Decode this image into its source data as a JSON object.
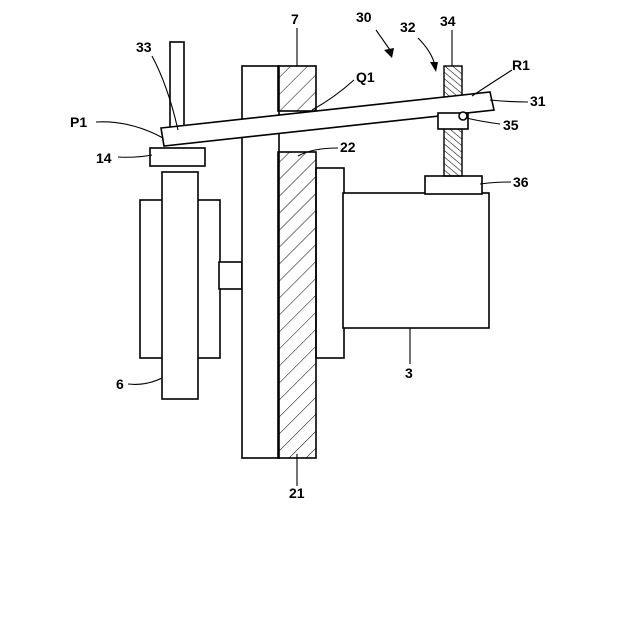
{
  "diagram": {
    "labels": {
      "ref_30": "30",
      "ref_32": "32",
      "ref_34": "34",
      "ref_7": "7",
      "ref_33": "33",
      "ref_Q1": "Q1",
      "ref_R1": "R1",
      "ref_31": "31",
      "ref_P1": "P1",
      "ref_35": "35",
      "ref_14": "14",
      "ref_22": "22",
      "ref_36": "36",
      "ref_6": "6",
      "ref_3": "3",
      "ref_21": "21"
    }
  }
}
